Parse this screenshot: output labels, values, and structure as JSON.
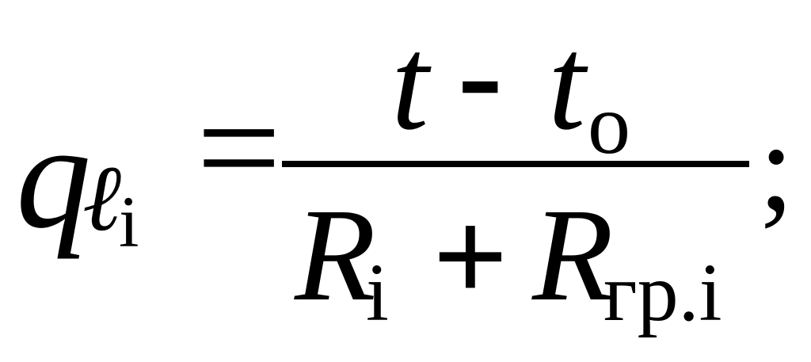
{
  "formula": {
    "lhs": {
      "symbol": "q",
      "subscript": "ℓ",
      "subsubscript": "i"
    },
    "equals": "=",
    "numerator": {
      "term1": "t",
      "operator": "-",
      "term2": "t",
      "term2_subscript": "o"
    },
    "denominator": {
      "term1": "R",
      "term1_subscript": "i",
      "operator": "+",
      "term2": "R",
      "term2_subscript": "гр.i"
    },
    "terminator": ";"
  }
}
